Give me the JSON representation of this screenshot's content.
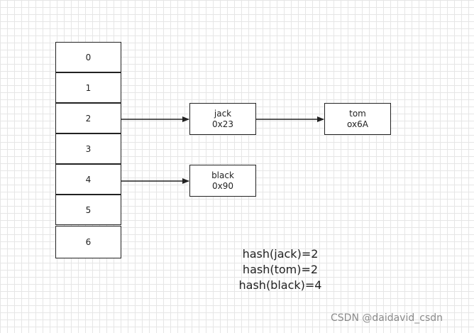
{
  "buckets": [
    "0",
    "1",
    "2",
    "3",
    "4",
    "5",
    "6"
  ],
  "nodes": {
    "jack": {
      "name": "jack",
      "address": "0x23"
    },
    "tom": {
      "name": "tom",
      "address": "ox6A"
    },
    "black": {
      "name": "black",
      "address": "0x90"
    }
  },
  "links": [
    {
      "from": "bucket-2",
      "to": "jack"
    },
    {
      "from": "jack",
      "to": "tom"
    },
    {
      "from": "bucket-4",
      "to": "black"
    }
  ],
  "formulas": [
    "hash(jack)=2",
    "hash(tom)=2",
    "hash(black)=4"
  ],
  "watermark": "CSDN @daidavid_csdn",
  "colors": {
    "stroke": "#222222",
    "grid": "#e6e6e6",
    "watermark": "#8a8a8a"
  }
}
